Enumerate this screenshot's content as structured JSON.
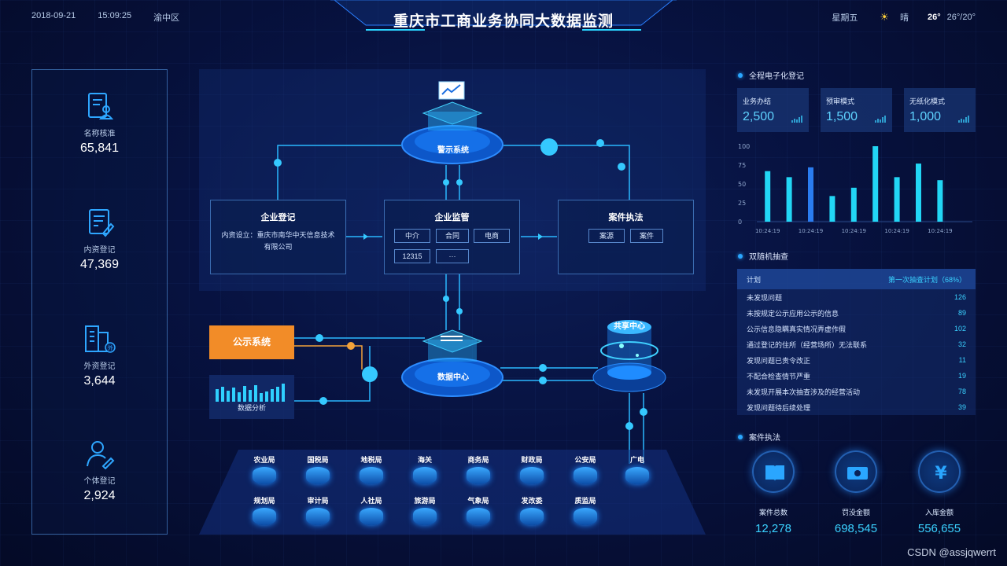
{
  "header": {
    "date": "2018-09-21",
    "time": "15:09:25",
    "district": "渝中区",
    "title": "重庆市工商业务协同大数据监测",
    "weekday": "星期五",
    "weather": "晴",
    "temp": "26°",
    "temp_range": "26°/20°"
  },
  "left_stats": [
    {
      "label": "名称核准",
      "value": "65,841",
      "icon": "document-person-icon"
    },
    {
      "label": "内资登记",
      "value": "47,369",
      "icon": "document-edit-icon"
    },
    {
      "label": "外资登记",
      "value": "3,644",
      "icon": "building-icon"
    },
    {
      "label": "个体登记",
      "value": "2,924",
      "icon": "user-edit-icon"
    }
  ],
  "flow": {
    "alert_system": "警示系统",
    "enterprise_reg": {
      "title": "企业登记",
      "desc": "内资设立：重庆市南华中天信息技术有限公司"
    },
    "enterprise_sup": {
      "title": "企业监管",
      "tags": [
        "中介",
        "合同",
        "电商",
        "12315",
        "···"
      ]
    },
    "case_enforce": {
      "title": "案件执法",
      "tags": [
        "案源",
        "案件"
      ]
    },
    "public_system": "公示系统",
    "data_analysis": "数据分析",
    "data_center": "数据中心",
    "share_center": "共享中心"
  },
  "bureaus_row1": [
    "农业局",
    "国税局",
    "地税局",
    "海关",
    "商务局",
    "财政局",
    "公安局",
    "广电"
  ],
  "bureaus_row2": [
    "规划局",
    "审计局",
    "人社局",
    "旅游局",
    "气象局",
    "发改委",
    "质监局"
  ],
  "right": {
    "e_reg_title": "全程电子化登记",
    "cards": [
      {
        "label": "业务办结",
        "value": "2,500"
      },
      {
        "label": "预审模式",
        "value": "1,500"
      },
      {
        "label": "无纸化模式",
        "value": "1,000"
      }
    ],
    "random_title": "双随机抽查",
    "table_header": {
      "left": "计划",
      "right": "第一次抽查计划（68%）"
    },
    "table_rows": [
      {
        "item": "未发现问题",
        "count": "126"
      },
      {
        "item": "未按规定公示应用公示的信息",
        "count": "89"
      },
      {
        "item": "公示信息隐瞒真实情况弄虚作假",
        "count": "102"
      },
      {
        "item": "通过登记的住所（经营场所）无法联系",
        "count": "32"
      },
      {
        "item": "发现问题已责令改正",
        "count": "11"
      },
      {
        "item": "不配合检查情节严重",
        "count": "19"
      },
      {
        "item": "未发现开展本次抽查涉及的经营活动",
        "count": "78"
      },
      {
        "item": "发现问题待后续处理",
        "count": "39"
      }
    ],
    "case_title": "案件执法",
    "case_stats": [
      {
        "label": "案件总数",
        "value": "12,278",
        "icon": "book-icon"
      },
      {
        "label": "罚没金额",
        "value": "698,545",
        "icon": "money-icon"
      },
      {
        "label": "入库金额",
        "value": "556,655",
        "icon": "yuan-icon"
      }
    ]
  },
  "chart_data": {
    "type": "bar",
    "categories": [
      "10:24:19",
      "",
      "10:24:19",
      "",
      "10:24:19",
      "",
      "10:24:19",
      "",
      "10:24:19",
      ""
    ],
    "values": [
      67,
      59,
      72,
      34,
      45,
      100,
      59,
      77,
      55,
      0
    ],
    "yticks": [
      "0",
      "25",
      "50",
      "75",
      "100"
    ],
    "ylim": [
      0,
      100
    ],
    "highlight_index": 2,
    "colors": {
      "bar": "#22d6f5",
      "highlight": "#2a7cf0"
    }
  },
  "watermark": "CSDN @assjqwerrt"
}
